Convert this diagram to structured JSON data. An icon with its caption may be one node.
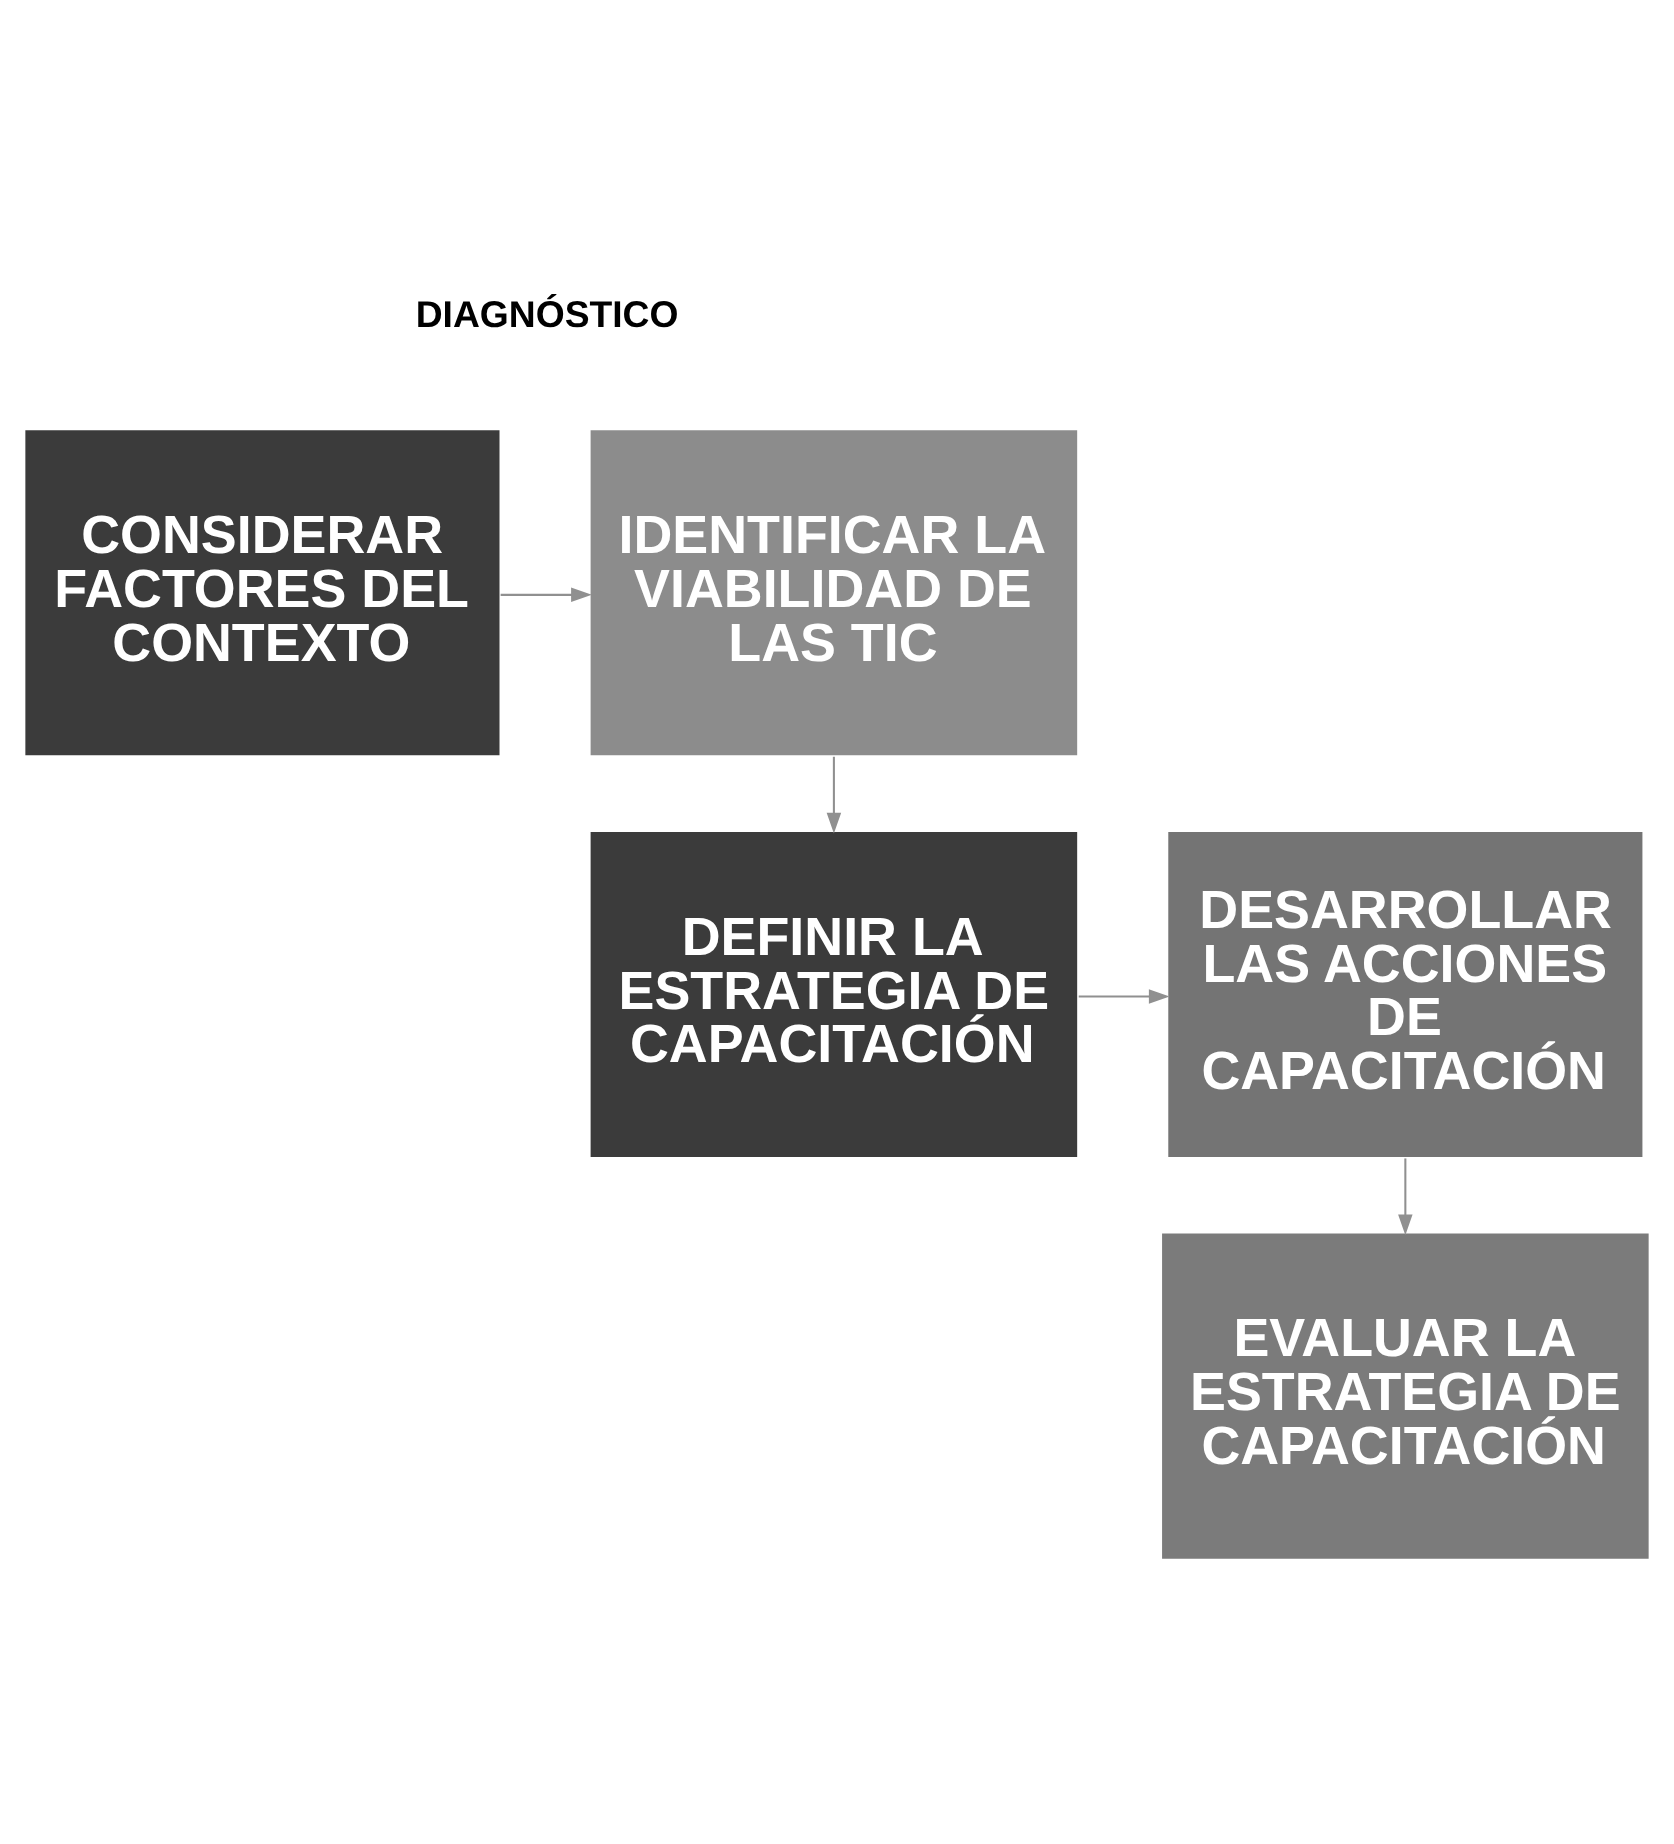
{
  "diagram": {
    "nodes": [
      {
        "text": [
          "CONSIDERAR FACTORES DEL CONTEXTO"
        ]
      },
      {
        "text": [
          "IDENTIFICAR LA VIABILIDAD DE LAS TIC"
        ]
      },
      {
        "text": [
          "DEFINIR LA ESTRATEGIA DE CAPACITACIÓN"
        ]
      },
      {
        "text": [
          "DESARROLLAR LAS ACCIONES DE CAPACITACIÓN"
        ]
      },
      {
        "text": [
          "EVALUAR LA ESTRATEGIA DE CAPACITACIÓN"
        ]
      }
    ],
    "edges": [
      {
        "from": 0,
        "to": 1,
        "arrow": "to"
      },
      {
        "from": 1,
        "to": 2,
        "arrow": "to"
      },
      {
        "from": 2,
        "to": 3,
        "arrow": "to"
      },
      {
        "from": 3,
        "to": 4,
        "arrow": "to"
      }
    ],
    "labels": [
      "DIAGNÓSTICO"
    ]
  }
}
